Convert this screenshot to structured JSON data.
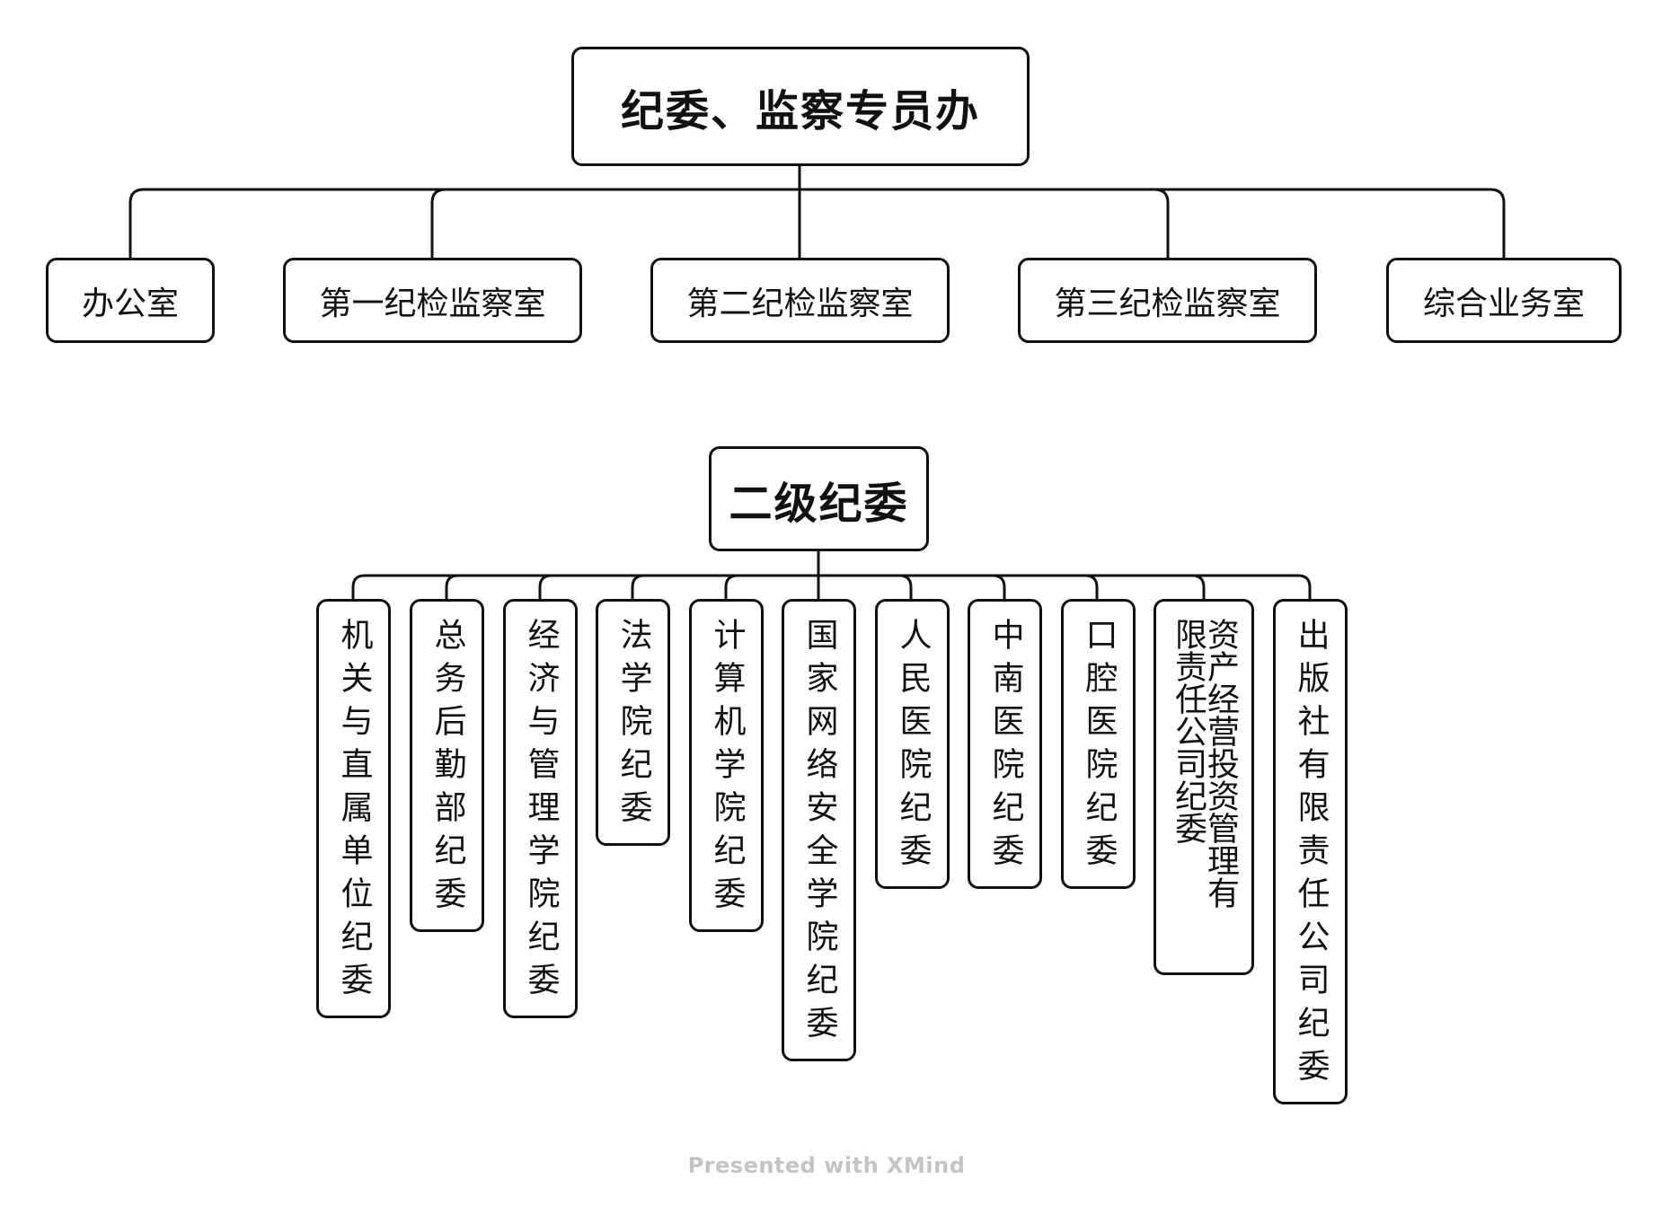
{
  "tree1": {
    "root": "纪委、监察专员办",
    "children": [
      "办公室",
      "第一纪检监察室",
      "第二纪检监察室",
      "第三纪检监察室",
      "综合业务室"
    ]
  },
  "tree2": {
    "root": "二级纪委",
    "children": [
      "机关与直属单位纪委",
      "总务后勤部纪委",
      "经济与管理学院纪委",
      "法学院纪委",
      "计算机学院纪委",
      "国家网络安全学院纪委",
      "人民医院纪委",
      "中南医院纪委",
      "口腔医院纪委",
      "资产经营投资管理有限责任公司纪委",
      "出版社有限责任公司纪委"
    ]
  },
  "watermark": "Presented with XMind",
  "colors": {
    "stroke": "#111111",
    "background": "#ffffff",
    "watermark": "#c4c4c4"
  }
}
